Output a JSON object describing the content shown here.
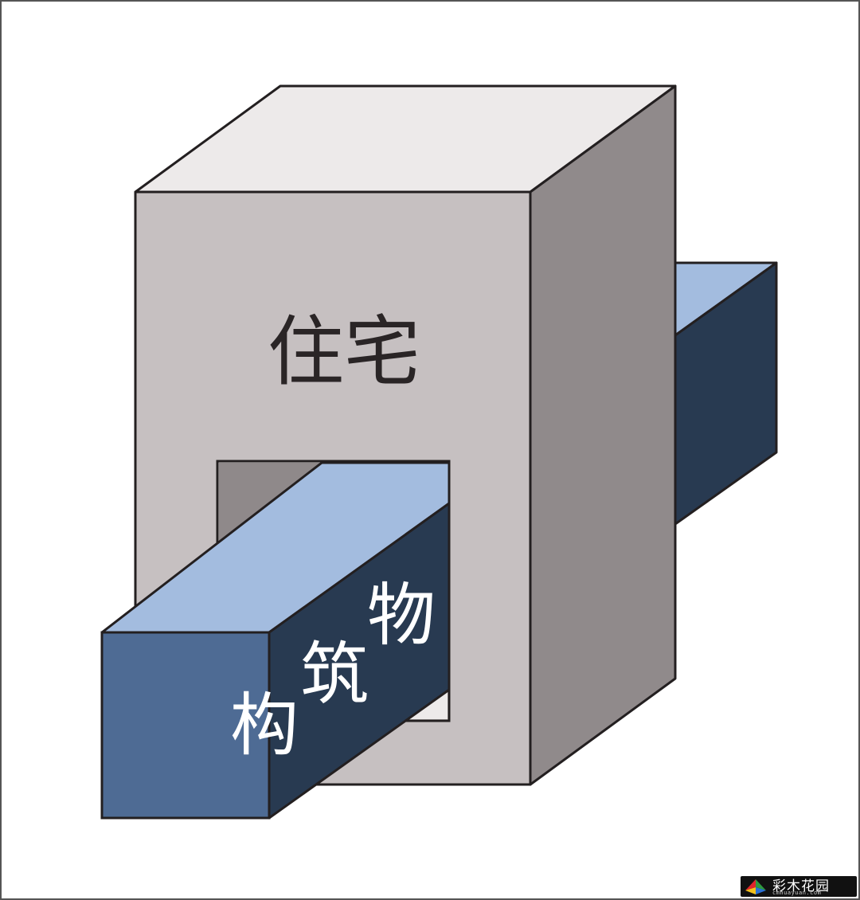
{
  "labels": {
    "residence": "住宅",
    "structure": [
      "构",
      "筑",
      "物"
    ]
  },
  "watermark": {
    "brand": "彩木花园",
    "url": "cmhuayuan.com"
  },
  "colors": {
    "frame": "#555555",
    "building_front": "#c6c0c1",
    "building_top": "#edeaea",
    "building_side": "#908a8b",
    "opening_inner": "#8f898a",
    "beam_top": "#a3bcdf",
    "beam_front": "#4e6b94",
    "beam_side": "#283a51",
    "outline": "#231f20",
    "residence_text": "#2a2526",
    "structure_text": "#ffffff"
  },
  "icons": {
    "watermark_logo": "umbrella-logo-icon"
  }
}
